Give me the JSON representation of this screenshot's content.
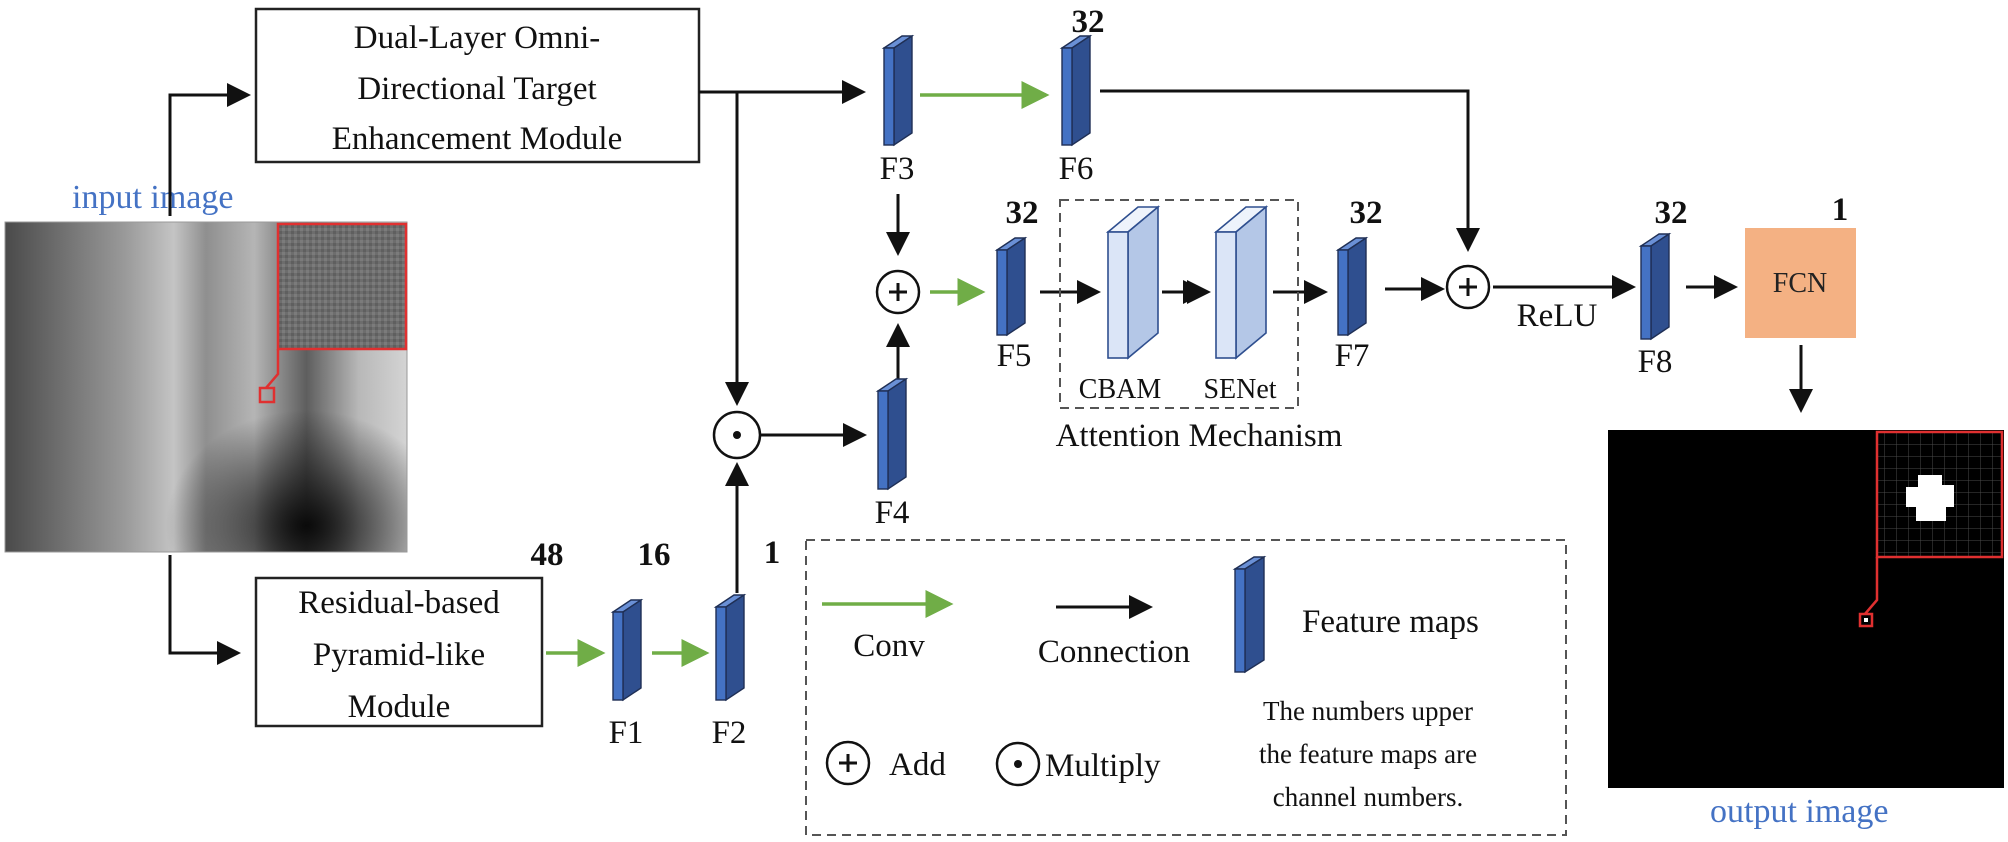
{
  "colors": {
    "conv_arrow": "#70ad47",
    "connection_arrow": "#111111",
    "feature_map": "#4472c4",
    "attention_block": "#b4c7e7",
    "fcn_block": "#f4b183",
    "label_blue": "#4472c4",
    "highlight_red": "#e03030"
  },
  "images": {
    "input_label": "input image",
    "output_label": "output image"
  },
  "modules": {
    "dual_layer": [
      "Dual-Layer Omni-",
      "Directional Target",
      "Enhancement Module"
    ],
    "residual": [
      "Residual-based",
      "Pyramid-like",
      "Module"
    ],
    "cbam": "CBAM",
    "senet": "SENet",
    "attention_caption": "Attention Mechanism",
    "relu": "ReLU",
    "fcn": "FCN"
  },
  "feature_maps": {
    "F1": {
      "label": "F1",
      "channels": "16"
    },
    "F2": {
      "label": "F2",
      "channels": "1"
    },
    "F3": {
      "label": "F3"
    },
    "F4": {
      "label": "F4"
    },
    "F5": {
      "label": "F5",
      "channels": "32"
    },
    "F6": {
      "label": "F6",
      "channels": "32"
    },
    "F7": {
      "label": "F7",
      "channels": "32"
    },
    "F8": {
      "label": "F8",
      "channels": "32"
    }
  },
  "residual_channels": "48",
  "fcn_channels": "1",
  "legend": {
    "conv": "Conv",
    "connection": "Connection",
    "feature_maps": "Feature maps",
    "add": "Add",
    "multiply": "Multiply",
    "note": [
      "The numbers upper",
      "the feature maps are",
      "channel numbers."
    ]
  }
}
